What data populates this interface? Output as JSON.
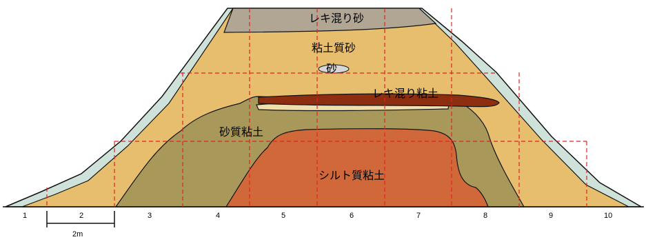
{
  "diagram": {
    "layers": {
      "top": "レキ混り砂",
      "upper": "粘土質砂",
      "lens": "砂",
      "gravel_clay": "レキ混り粘土",
      "sandy_clay": "砂質粘土",
      "core": "シルト質粘土"
    },
    "colors": {
      "surface": "#cfe2d9",
      "top": "#b1a694",
      "upper": "#e6be6e",
      "gravel_clay": "#8e2e10",
      "sandy_clay": "#a8985a",
      "core": "#d1683a",
      "grid": "#e32222"
    },
    "axis": {
      "ticks": [
        "1",
        "2",
        "3",
        "4",
        "5",
        "6",
        "7",
        "8",
        "9",
        "10"
      ],
      "scale_label": "2m"
    }
  }
}
